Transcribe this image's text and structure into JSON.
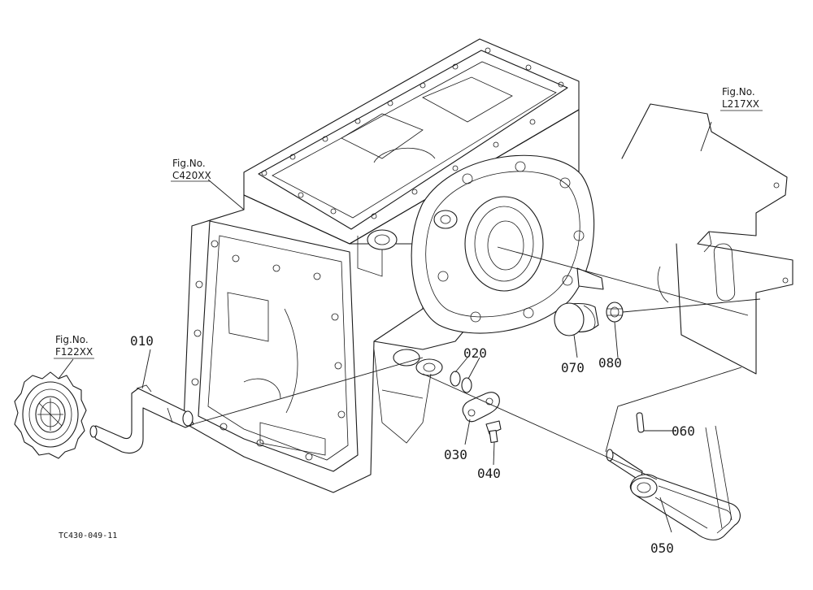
{
  "figure_refs": [
    {
      "label": "Fig.No.",
      "code": "C420XX"
    },
    {
      "label": "Fig.No.",
      "code": "L217XX"
    },
    {
      "label": "Fig.No.",
      "code": "F122XX"
    }
  ],
  "parts": [
    "010",
    "020",
    "030",
    "040",
    "050",
    "060",
    "070",
    "080"
  ],
  "drawing_code": "TC430-049-11"
}
